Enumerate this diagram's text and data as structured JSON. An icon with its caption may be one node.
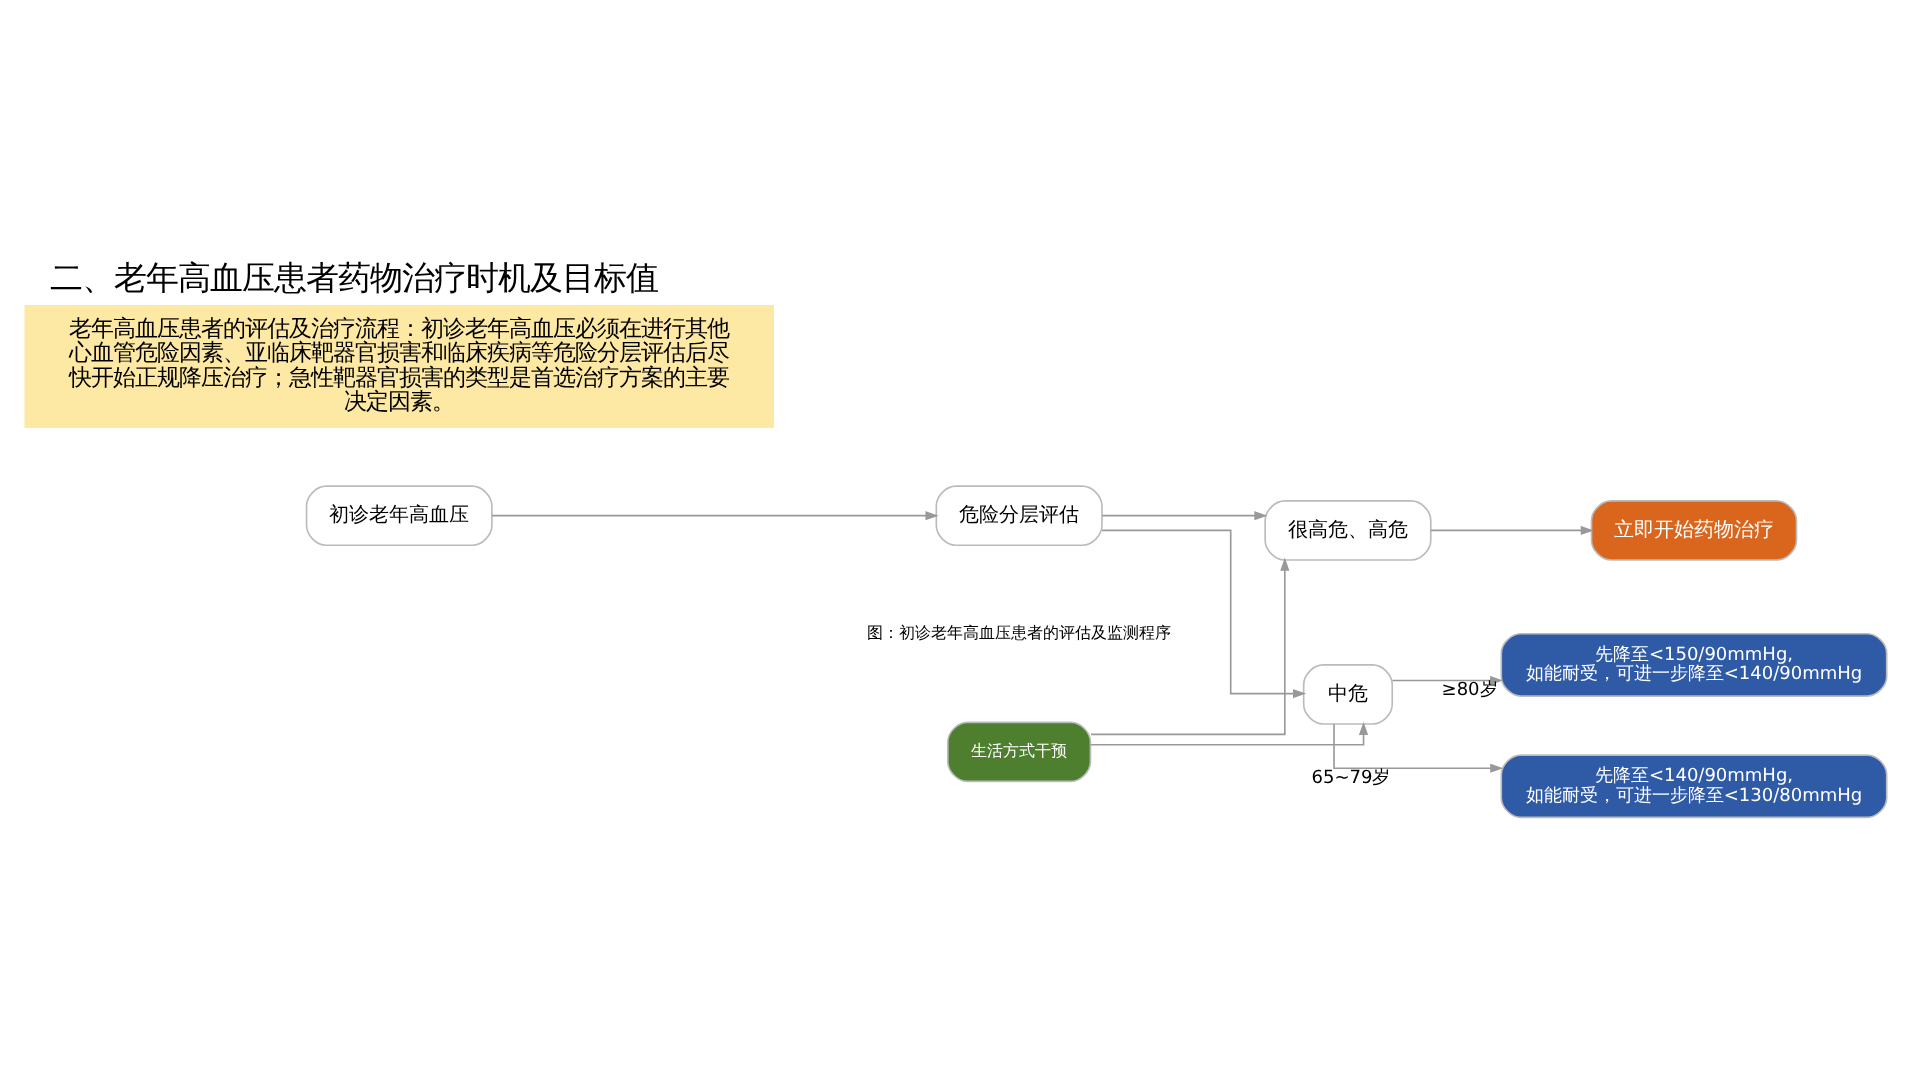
{
  "diagram": {
    "title": "二、老年高血压患者药物治疗时机及目标值",
    "caption": "图：初诊老年高血压患者的评估及监测程序",
    "nodes": [
      {
        "text": [
          "初诊老年高血压"
        ]
      },
      {
        "text": [
          "危险分层评估"
        ]
      },
      {
        "text": [
          "生活方式干预"
        ]
      },
      {
        "text": [
          "很高危、高危"
        ]
      },
      {
        "text": [
          "中危"
        ]
      },
      {
        "text": [
          "立即开始药物治疗"
        ]
      },
      {
        "text": [
          "先降至<140/90mmHg, 如能耐受，可进一步降至<130/80mmHg"
        ]
      },
      {
        "text": [
          "先降至<150/90mmHg, 如能耐受，可进一步降至<140/90mmHg"
        ]
      }
    ],
    "edges": [
      {
        "from": 0,
        "to": 1,
        "arrow": "to"
      },
      {
        "from": 1,
        "to": 3,
        "arrow": "to"
      },
      {
        "from": 1,
        "to": 4,
        "arrow": "to"
      },
      {
        "from": 2,
        "to": 3,
        "arrow": "to"
      },
      {
        "from": 2,
        "to": 4,
        "arrow": "to"
      },
      {
        "from": 3,
        "to": 5,
        "arrow": "to"
      },
      {
        "from": 4,
        "to": 6,
        "arrow": "to",
        "label": "65~79岁"
      },
      {
        "from": 4,
        "to": 7,
        "arrow": "to",
        "label": "≥80岁"
      }
    ],
    "labels": [
      "老年高血压患者的评估及治疗流程：初诊老年高血压必须在进行其他心血管危险因素、亚临床靶器官损害和临床疾病等危险分层评估后尽快开始正规降压治疗；急性靶器官损害的类型是首选治疗方案的主要决定因素。"
    ]
  }
}
